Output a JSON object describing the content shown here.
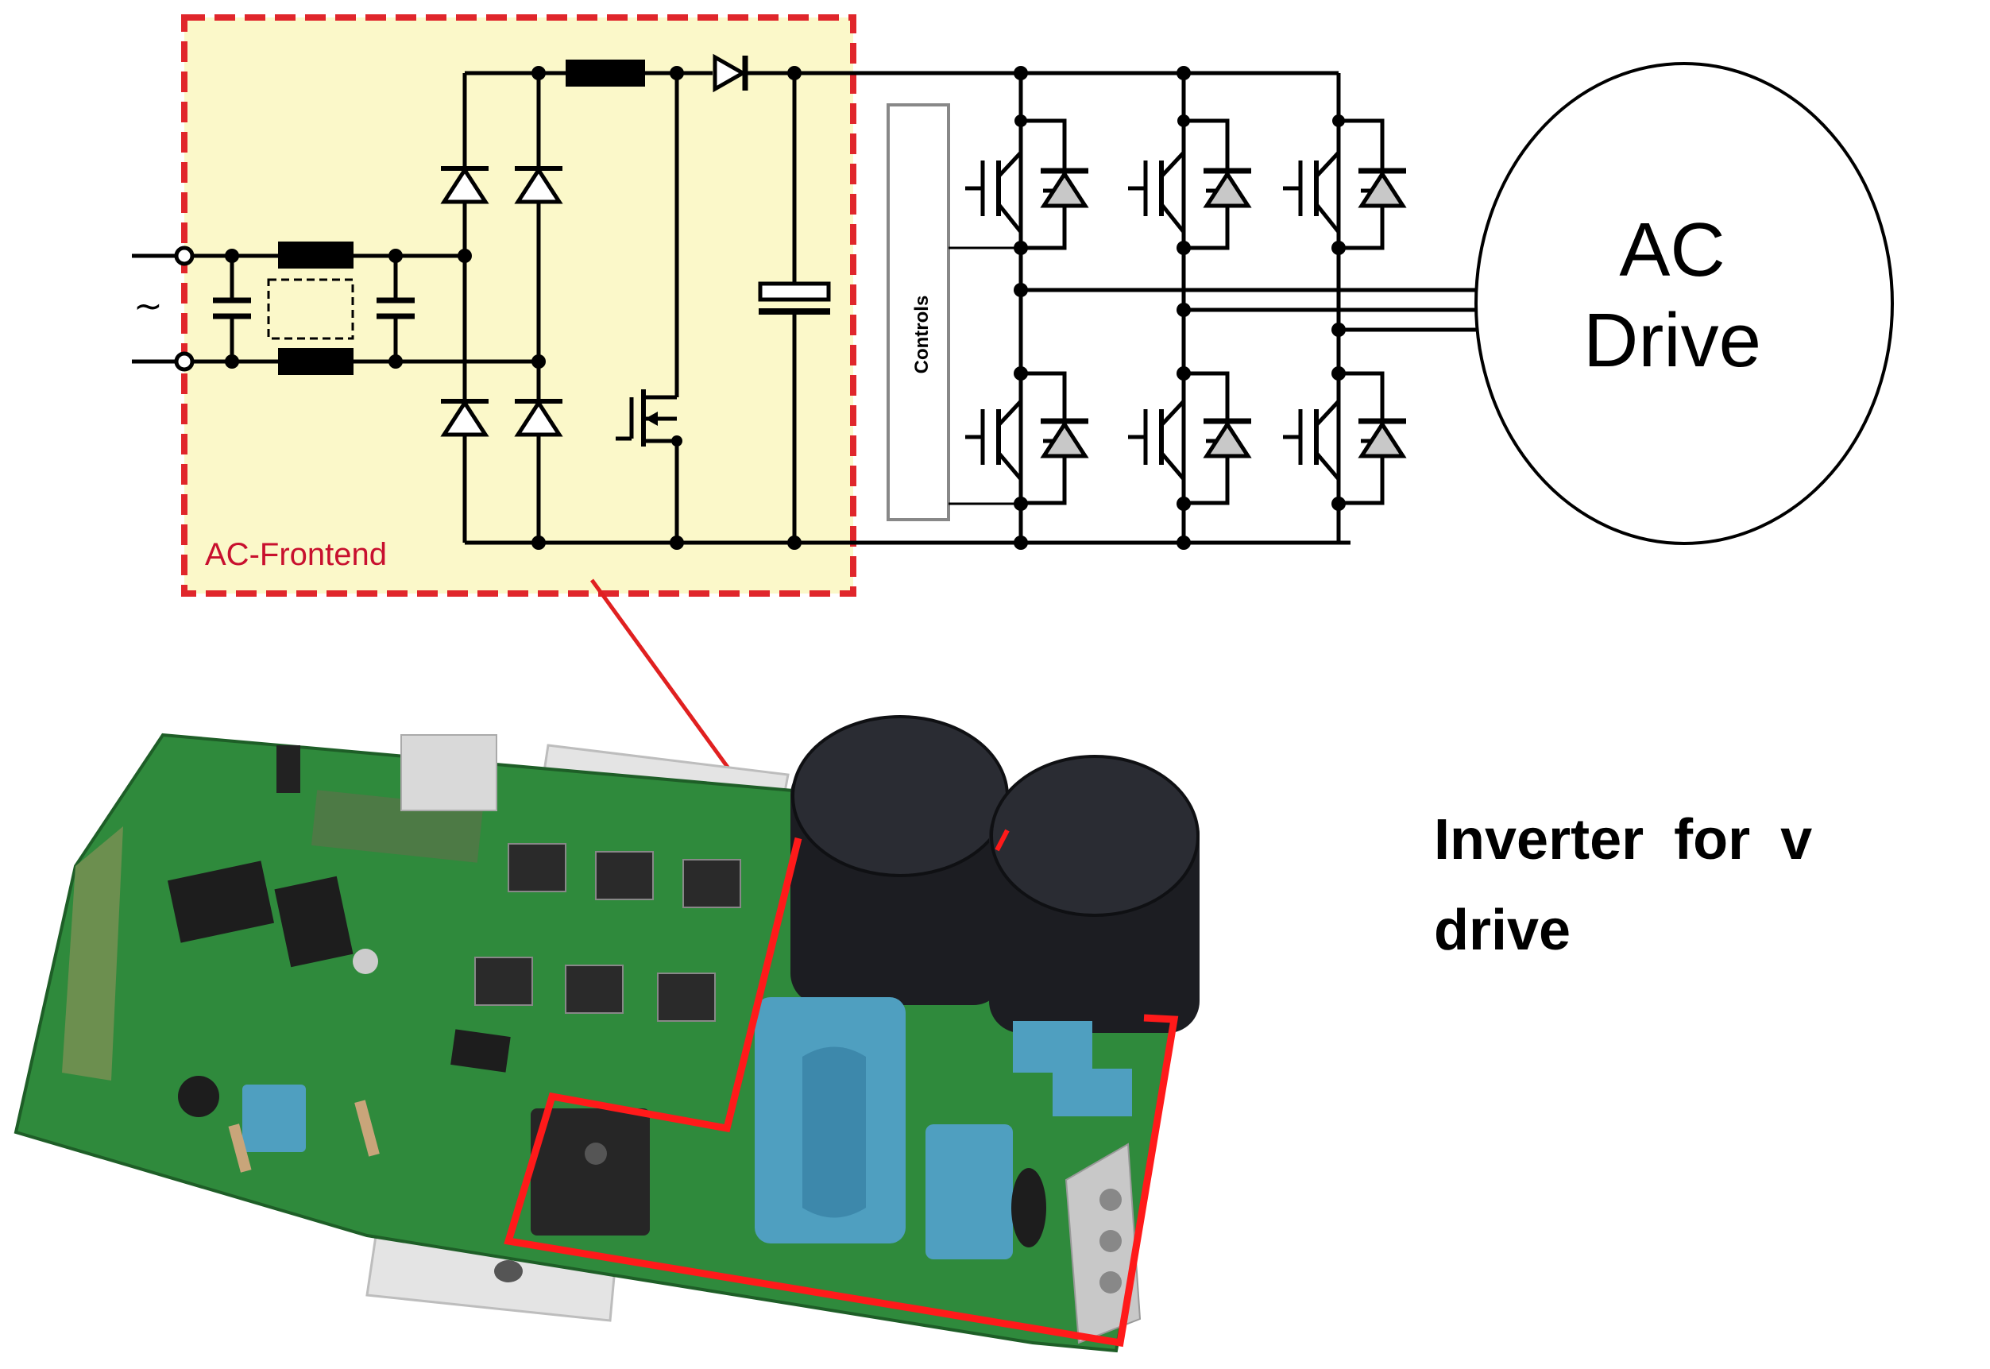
{
  "diagram": {
    "frontend_label": "AC-Frontend",
    "controls_label": "Controls",
    "source_symbol": "~",
    "motor_label_line1": "AC",
    "motor_label_line2": "Drive",
    "caption_line1": "Inverter for v",
    "caption_line2": "drive"
  },
  "colors": {
    "frontend_fill": "#fbf8c9",
    "frontend_border": "#e0262b",
    "pcb_green": "#2f8a3c",
    "outline_red": "#ff1a1a",
    "capacitor_black": "#1c1d22",
    "filter_blue": "#4f9fc0"
  }
}
